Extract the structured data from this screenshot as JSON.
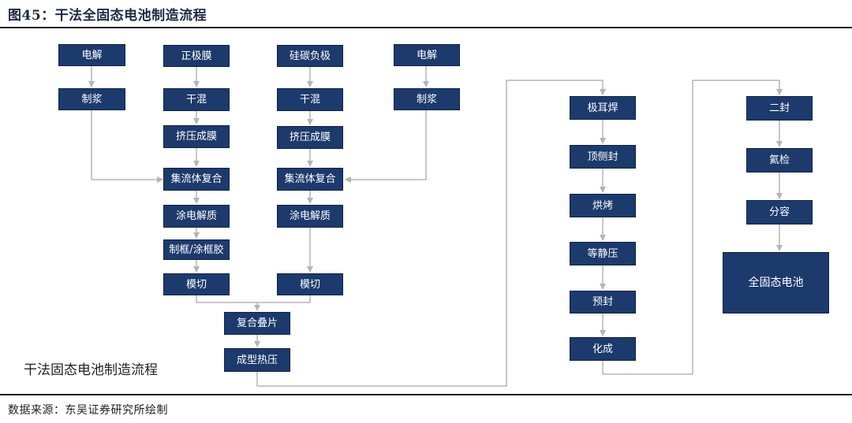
{
  "figure": {
    "title": "图45：干法全固态电池制造流程",
    "caption": "干法固态电池制造流程",
    "source": "数据来源：东吴证券研究所绘制"
  },
  "colors": {
    "box_fill": "#1c3a6c",
    "box_text": "#ffffff",
    "connector": "#b5b5b5"
  },
  "steps": {
    "c1_1": "电解",
    "c1_2": "制浆",
    "c2_1": "正极膜",
    "c2_2": "干混",
    "c2_3": "挤压成膜",
    "c2_4": "集流体复合",
    "c2_5": "涂电解质",
    "c2_6": "制框/涂框胶",
    "c2_7": "模切",
    "c3_1": "硅碳负极",
    "c3_2": "干混",
    "c3_3": "挤压成膜",
    "c3_4": "集流体复合",
    "c3_5": "涂电解质",
    "c3_6": "模切",
    "c4_1": "电解",
    "c4_2": "制浆",
    "m_1": "复合叠片",
    "m_2": "成型热压",
    "c5_1": "极耳焊",
    "c5_2": "顶侧封",
    "c5_3": "烘烤",
    "c5_4": "等静压",
    "c5_5": "预封",
    "c5_6": "化成",
    "c6_1": "二封",
    "c6_2": "氦检",
    "c6_3": "分容",
    "c6_4": "全固态电池"
  }
}
